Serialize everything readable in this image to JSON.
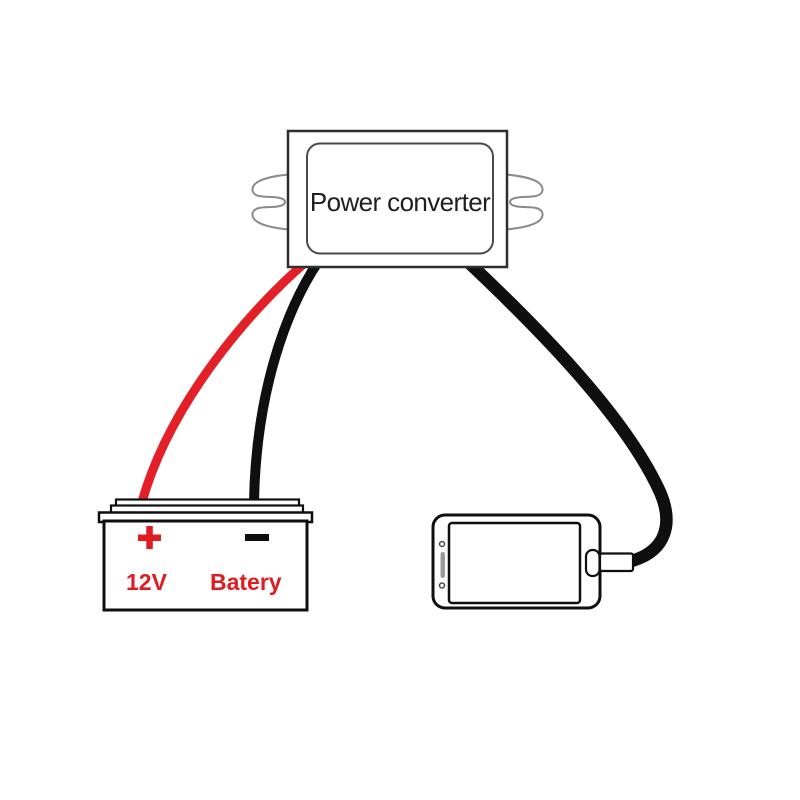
{
  "colors": {
    "bg": "#ffffff",
    "white": "#ffffff",
    "wire_red": "#e32028",
    "wire_black": "#0f0f0f",
    "outline_dark": "#2e2e2e",
    "outline_mid": "#4a4a4a",
    "tab_gray": "#8a8a8a",
    "detail_gray": "#9a9a9a",
    "label_red": "#e01b22",
    "converter_text": "#1f1f1f"
  },
  "converter": {
    "label": "Power converter"
  },
  "battery": {
    "plus_symbol": "+",
    "minus_symbol": "−",
    "voltage_label": "12V",
    "name_label": "Batery"
  },
  "phone": {
    "device": "smartphone",
    "connector": "usb-plug"
  }
}
